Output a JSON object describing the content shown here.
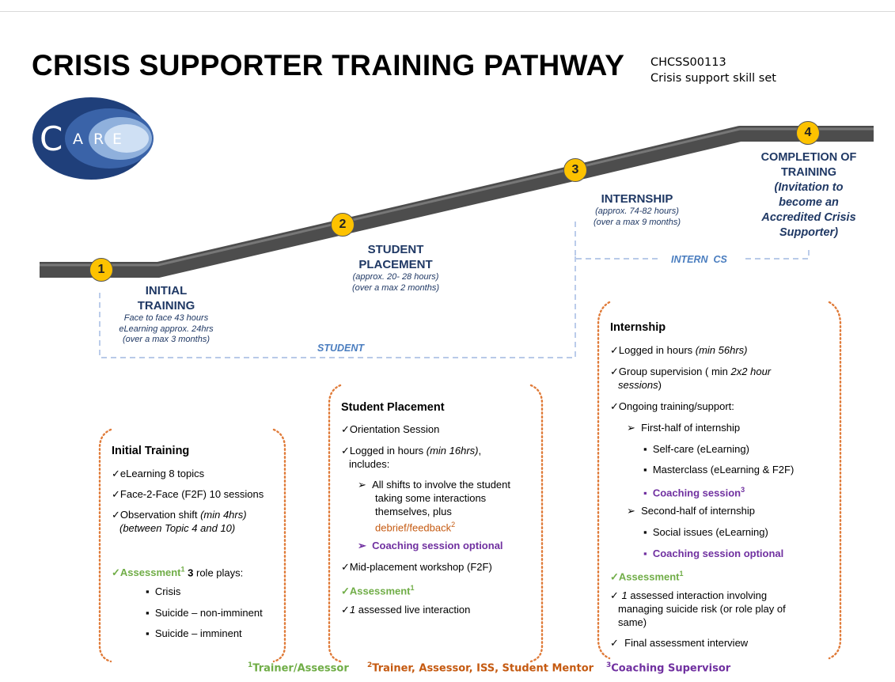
{
  "header": {
    "title": "CRISIS SUPPORTER TRAINING PATHWAY",
    "code": "CHCSS00113",
    "subtitle": "Crisis support skill set"
  },
  "logo": {
    "text": "CARE"
  },
  "steps": [
    {
      "num": "1",
      "title1": "INITIAL",
      "title2": "TRAINING",
      "sub1": "Face to face 43 hours",
      "sub2": "eLearning approx. 24hrs",
      "sub3": "(over a max 3 months)"
    },
    {
      "num": "2",
      "title1": "STUDENT",
      "title2": "PLACEMENT",
      "sub1": "(approx. 20- 28 hours)",
      "sub2": "(over a max 2 months)"
    },
    {
      "num": "3",
      "title1": "INTERNSHIP",
      "sub1": "(approx. 74-82 hours)",
      "sub2": "(over a max 9 months)"
    },
    {
      "num": "4",
      "title1": "COMPLETION OF",
      "title2": "TRAINING",
      "sub1": "(Invitation to",
      "sub2": "become an",
      "sub3": "Accredited Crisis",
      "sub4": "Supporter)"
    }
  ],
  "phases": {
    "student": "STUDENT",
    "intern": "INTERN  CS"
  },
  "initial": {
    "title": "Initial Training",
    "i1": "eLearning 8 topics",
    "i2": "Face-2-Face (F2F) 10 sessions",
    "i3a": "Observation shift ",
    "i3b": "(min 4hrs)",
    "i3c": "(between Topic 4 and 10)",
    "assess": "Assessment",
    "assess_sup": "1",
    "assess_num": "3",
    "assess_rest": " role plays:",
    "r1": "Crisis",
    "r2": "Suicide – non-imminent",
    "r3": "Suicide – imminent"
  },
  "placement": {
    "title": "Student Placement",
    "i1": "Orientation Session",
    "i2a": "Logged in hours ",
    "i2b": "(min 16hrs)",
    "i2c": ",",
    "i2d": "includes:",
    "s1a": "All shifts to involve the student",
    "s1b": "taking some interactions",
    "s1c": "themselves, plus",
    "s1d": "debrief/feedback",
    "s1d_sup": "2",
    "coach": "Coaching session optional",
    "i3": "Mid-placement workshop (F2F)",
    "assess": "Assessment",
    "assess_sup": "1",
    "i4num": "1",
    "i4rest": " assessed live interaction"
  },
  "internship": {
    "title": "Internship",
    "i1a": "Logged in hours ",
    "i1b": "(min 56hrs)",
    "i2a": "Group supervision ( min ",
    "i2b": "2x2 hour",
    "i2c": "sessions",
    "i2d": ")",
    "i3": "Ongoing training/support:",
    "h1": "First-half of internship",
    "b1": "Self-care (eLearning)",
    "b2": "Masterclass (eLearning & F2F)",
    "b3": "Coaching session",
    "b3_sup": "3",
    "h2": "Second-half of internship",
    "b4": "Social issues (eLearning)",
    "b5": "Coaching session optional",
    "assess": "Assessment",
    "assess_sup": "1",
    "i4num": "1",
    "i4a": " assessed interaction involving",
    "i4b": "managing suicide risk (or role play of",
    "i4c": "same)",
    "i5": "Final assessment interview"
  },
  "footer": {
    "f1_sup": "1",
    "f1": "Trainer/Assessor",
    "f2_sup": "2",
    "f2": "Trainer, Assessor, ISS, Student Mentor",
    "f3_sup": "3",
    "f3": "Coaching Supervisor"
  },
  "colors": {
    "navy": "#1f3864",
    "blue": "#4a7dbf",
    "gold": "#fdc200",
    "green": "#70ad47",
    "purple": "#7030a0",
    "orange": "#c55a11",
    "road": "#4d4d4d",
    "dots": "#e07b39"
  }
}
